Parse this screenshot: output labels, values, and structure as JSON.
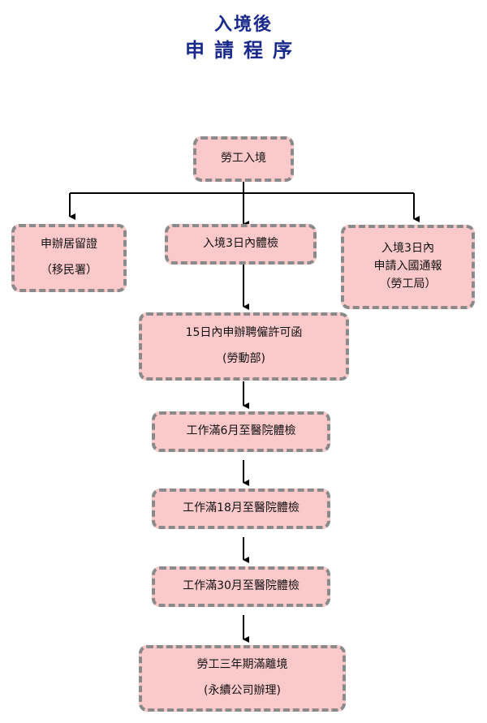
{
  "title": {
    "line1": "入境後",
    "line2": "申請程序"
  },
  "nodes": {
    "arrival": {
      "line1": "勞工入境"
    },
    "residence": {
      "line1": "申辦居留證",
      "line2": "（移民署）"
    },
    "health3": {
      "line1": "入境3日內體檢"
    },
    "report3": {
      "line1": "入境3日內",
      "line2": "申請入國通報",
      "line3": "（勞工局）"
    },
    "permit15": {
      "line1": "15日內申辦聘僱許可函",
      "line2": "(勞動部)"
    },
    "m6": {
      "line1": "工作滿6月至醫院體檢"
    },
    "m18": {
      "line1": "工作滿18月至醫院體檢"
    },
    "m30": {
      "line1": "工作滿30月至醫院體檢"
    },
    "exit": {
      "line1": "勞工三年期滿離境",
      "line2": "(永續公司辦理)"
    }
  },
  "colors": {
    "box_fill": "#fcc9cb",
    "box_border": "#8a8a8a",
    "title": "#1a2a8c",
    "arrow": "#000000"
  }
}
